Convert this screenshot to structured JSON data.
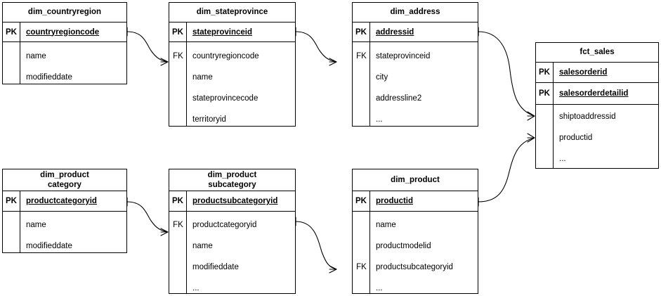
{
  "diagram": {
    "kind": "entity-relationship-diagram",
    "notation": "crows-foot",
    "background_color": "#ffffff",
    "line_color": "#000000",
    "text_color": "#000000"
  },
  "entities": [
    {
      "id": "dim_countryregion",
      "title": "dim_countryregion",
      "key_rows": [
        {
          "key": "PK",
          "name": "countryregioncode"
        }
      ],
      "attributes": [
        {
          "key": "",
          "name": "name"
        },
        {
          "key": "",
          "name": "modifieddate"
        }
      ]
    },
    {
      "id": "dim_stateprovince",
      "title": "dim_stateprovince",
      "key_rows": [
        {
          "key": "PK",
          "name": "stateprovinceid"
        }
      ],
      "attributes": [
        {
          "key": "FK",
          "name": "countryregioncode"
        },
        {
          "key": "",
          "name": "name"
        },
        {
          "key": "",
          "name": "stateprovincecode"
        },
        {
          "key": "",
          "name": "territoryid"
        }
      ]
    },
    {
      "id": "dim_address",
      "title": "dim_address",
      "key_rows": [
        {
          "key": "PK",
          "name": "addressid"
        }
      ],
      "attributes": [
        {
          "key": "FK",
          "name": "stateprovinceid"
        },
        {
          "key": "",
          "name": "city"
        },
        {
          "key": "",
          "name": "addressline2"
        },
        {
          "key": "",
          "name": "..."
        }
      ]
    },
    {
      "id": "fct_sales",
      "title": "fct_sales",
      "key_rows": [
        {
          "key": "PK",
          "name": "salesorderid"
        },
        {
          "key": "PK",
          "name": "salesorderdetailid"
        }
      ],
      "attributes": [
        {
          "key": "",
          "name": "shiptoaddressid"
        },
        {
          "key": "",
          "name": "productid"
        },
        {
          "key": "",
          "name": "..."
        }
      ]
    },
    {
      "id": "dim_productcategory",
      "title": "dim_product\ncategory",
      "key_rows": [
        {
          "key": "PK",
          "name": "productcategoryid"
        }
      ],
      "attributes": [
        {
          "key": "",
          "name": "name"
        },
        {
          "key": "",
          "name": "modifieddate"
        }
      ]
    },
    {
      "id": "dim_productsubcategory",
      "title": "dim_product\nsubcategory",
      "key_rows": [
        {
          "key": "PK",
          "name": "productsubcategoryid"
        }
      ],
      "attributes": [
        {
          "key": "FK",
          "name": "productcategoryid"
        },
        {
          "key": "",
          "name": "name"
        },
        {
          "key": "",
          "name": "modifieddate"
        },
        {
          "key": "",
          "name": "..."
        }
      ]
    },
    {
      "id": "dim_product",
      "title": "dim_product",
      "key_rows": [
        {
          "key": "PK",
          "name": "productid"
        }
      ],
      "attributes": [
        {
          "key": "",
          "name": "name"
        },
        {
          "key": "",
          "name": "productmodelid"
        },
        {
          "key": "FK",
          "name": "productsubcategoryid"
        },
        {
          "key": "",
          "name": "..."
        }
      ]
    }
  ],
  "relationships": [
    {
      "id": "rel-countryregion-stateprovince",
      "from": "dim_countryregion.countryregioncode",
      "to": "dim_stateprovince.countryregioncode",
      "from_cardinality": "one",
      "to_cardinality": "many"
    },
    {
      "id": "rel-stateprovince-address",
      "from": "dim_stateprovince.stateprovinceid",
      "to": "dim_address.stateprovinceid",
      "from_cardinality": "one",
      "to_cardinality": "many"
    },
    {
      "id": "rel-address-sales",
      "from": "dim_address.addressid",
      "to": "fct_sales.shiptoaddressid",
      "from_cardinality": "one",
      "to_cardinality": "many"
    },
    {
      "id": "rel-product-sales",
      "from": "dim_product.productid",
      "to": "fct_sales.productid",
      "from_cardinality": "one",
      "to_cardinality": "many"
    },
    {
      "id": "rel-productcategory-subcategory",
      "from": "dim_productcategory.productcategoryid",
      "to": "dim_productsubcategory.productcategoryid",
      "from_cardinality": "one",
      "to_cardinality": "many"
    },
    {
      "id": "rel-subcategory-product",
      "from": "dim_productsubcategory.productsubcategoryid",
      "to": "dim_product.productsubcategoryid",
      "from_cardinality": "one",
      "to_cardinality": "many"
    }
  ]
}
